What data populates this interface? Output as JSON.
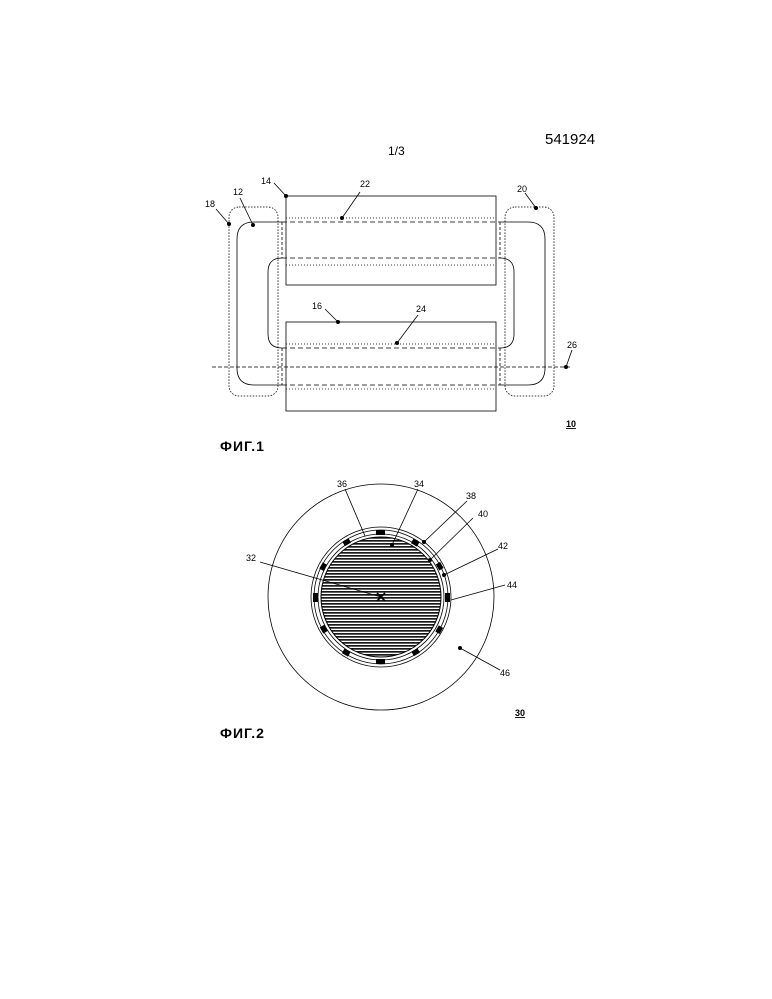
{
  "header": {
    "document_number": "541924",
    "page": "1/3"
  },
  "figure1": {
    "caption": "ФИГ.1",
    "figure_number": "10",
    "refs": {
      "r12": "12",
      "r14": "14",
      "r16": "16",
      "r18": "18",
      "r20": "20",
      "r22": "22",
      "r24": "24",
      "r26": "26"
    }
  },
  "figure2": {
    "caption": "ФИГ.2",
    "figure_number": "30",
    "refs": {
      "r32": "32",
      "r34": "34",
      "r36": "36",
      "r38": "38",
      "r40": "40",
      "r42": "42",
      "r44": "44",
      "r46": "46"
    }
  }
}
